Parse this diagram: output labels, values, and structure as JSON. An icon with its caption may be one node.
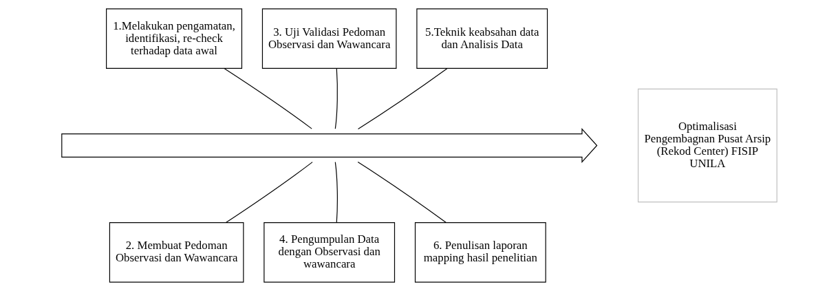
{
  "diagram": {
    "nodes": [
      {
        "text": [
          "1.Melakukan pengamatan, identifikasi, re-check terhadap data awal"
        ]
      },
      {
        "text": [
          "2. Membuat Pedoman Observasi dan Wawancara"
        ]
      },
      {
        "text": [
          "3. Uji Validasi Pedoman Observasi dan Wawancara"
        ]
      },
      {
        "text": [
          "4. Pengumpulan Data dengan Observasi dan wawancara"
        ]
      },
      {
        "text": [
          "5.Teknik keabsahan data dan Analisis Data"
        ]
      },
      {
        "text": [
          "6. Penulisan laporan mapping hasil penelitian"
        ]
      },
      {
        "text": [],
        "shape": "arrow"
      },
      {
        "text": [
          "Optimalisasi Pengembagnan Pusat Arsip (Rekod Center) FISIP UNILA"
        ]
      }
    ],
    "edges": [
      {
        "from": 0,
        "to": 6,
        "arrow": "none"
      },
      {
        "from": 1,
        "to": 6,
        "arrow": "none"
      },
      {
        "from": 2,
        "to": 6,
        "arrow": "none"
      },
      {
        "from": 3,
        "to": 6,
        "arrow": "none"
      },
      {
        "from": 4,
        "to": 6,
        "arrow": "none"
      },
      {
        "from": 5,
        "to": 6,
        "arrow": "none"
      }
    ]
  }
}
